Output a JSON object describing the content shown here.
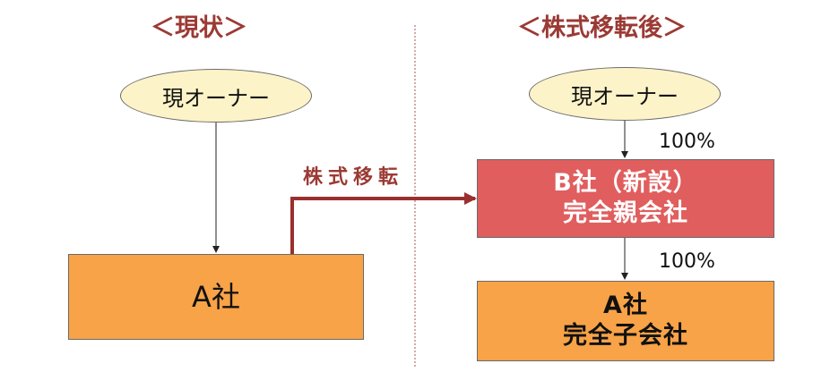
{
  "left": {
    "heading": "＜現状＞",
    "owner": "現オーナー",
    "company": "A社"
  },
  "right": {
    "heading": "＜株式移転後＞",
    "owner": "現オーナー",
    "owner_to_parent_pct": "100%",
    "parent_line1": "B社（新設）",
    "parent_line2": "完全親会社",
    "parent_to_sub_pct": "100%",
    "sub_line1": "A社",
    "sub_line2": "完全子会社"
  },
  "transfer_label": "株式移転",
  "colors": {
    "heading": "#9b3a34",
    "transfer_arrow": "#9b2f2f",
    "owner_fill": "#fdf3c8",
    "company_fill": "#f8a347",
    "parent_fill": "#e05e5e",
    "divider": "#b05050"
  }
}
